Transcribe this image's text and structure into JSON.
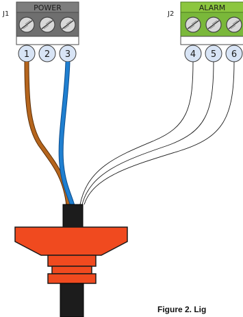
{
  "power_block": {
    "ref": "J1",
    "title": "POWER",
    "terminals": [
      "1",
      "2",
      "3"
    ],
    "color": "#7d7d7d"
  },
  "alarm_block": {
    "ref": "J2",
    "title": "ALARM",
    "terminals": [
      "4",
      "5",
      "6"
    ],
    "color": "#8cc63f"
  },
  "wires": {
    "brown": "#b5651d",
    "blue": "#1f7fd0",
    "thin": "#1a1a1a"
  },
  "cable_gland_color": "#f04a1f",
  "caption": "Figure 2. Lig"
}
